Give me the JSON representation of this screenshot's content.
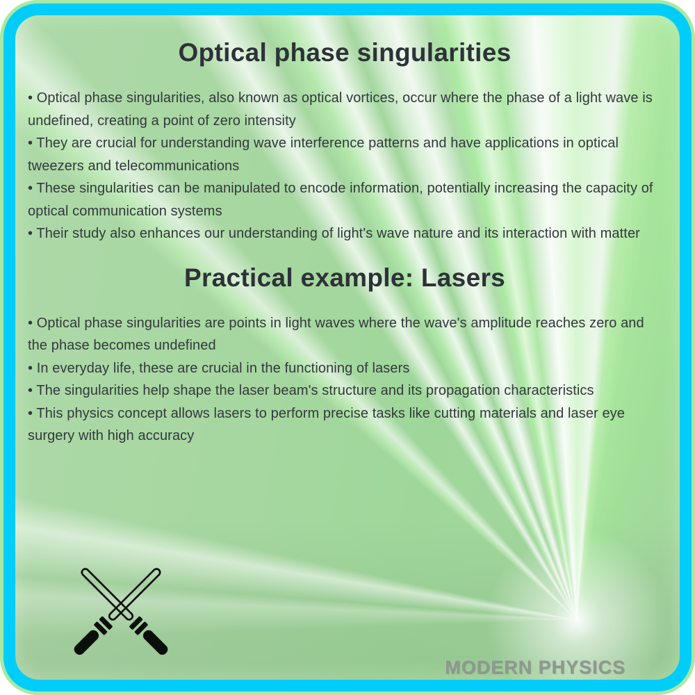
{
  "card": {
    "title": "Optical phase singularities",
    "section1": {
      "bullets": [
        "• Optical phase singularities, also known as optical vortices, occur where the phase of a light wave is undefined, creating a point of zero intensity",
        "• They are crucial for understanding wave interference patterns and have applications in optical tweezers and telecommunications",
        "• These singularities can be manipulated to encode information, potentially increasing the capacity of optical communication systems",
        "• Their study also enhances our understanding of light's wave nature and its interaction with matter"
      ]
    },
    "section2": {
      "heading": "Practical example: Lasers",
      "bullets": [
        "• Optical phase singularities are points in light waves where the wave's amplitude reaches zero and the phase becomes undefined",
        "• In everyday life, these are crucial in the functioning of lasers",
        "• The singularities help shape the laser beam's structure and its propagation characteristics",
        "• This physics concept allows lasers to perform precise tasks like cutting materials and laser eye surgery with high accuracy"
      ]
    },
    "footer": {
      "brand": "MODERN PHYSICS"
    },
    "colors": {
      "border_cyan": "#00cdf9",
      "border_outer_mint": "#a8e9a3",
      "background_green": "#a6d8a1",
      "beam_white": "#ffffff",
      "text_dark": "#2e3437",
      "brand_gray": "#8e9990"
    },
    "icons": {
      "bottom_left": "crossed-lightsabers-icon"
    }
  }
}
